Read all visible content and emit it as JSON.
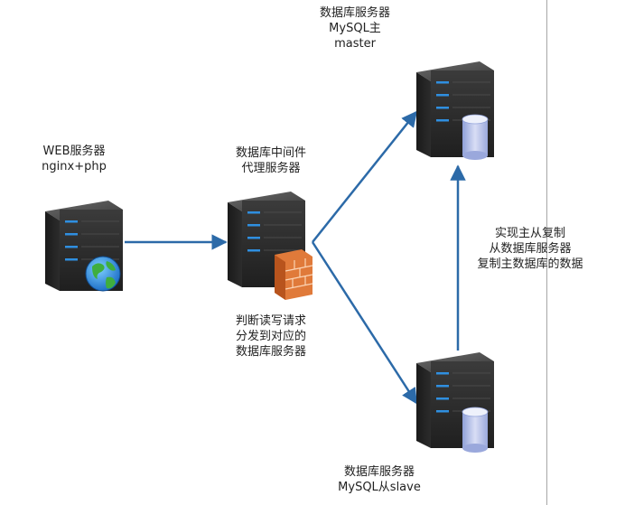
{
  "web_server": {
    "line1": "WEB服务器",
    "line2": "nginx+php",
    "icon": "globe-icon"
  },
  "middleware": {
    "line1": "数据库中间件",
    "line2": "代理服务器",
    "icon": "firewall-icon"
  },
  "middleware_note": {
    "line1": "判断读写请求",
    "line2": "分发到对应的",
    "line3": "数据库服务器"
  },
  "master_db": {
    "line1": "数据库服务器",
    "line2": "MySQL主",
    "line3": "master",
    "icon": "database-icon"
  },
  "slave_db": {
    "line1": "数据库服务器",
    "line2": "MySQL从slave",
    "icon": "database-icon"
  },
  "replication_note": {
    "line1": "实现主从复制",
    "line2": "从数据库服务器",
    "line3": "复制主数据库的数据"
  },
  "colors": {
    "arrow": "#2c6aa8",
    "server_body": "#2f2f2f",
    "led": "#2f8fe0"
  }
}
